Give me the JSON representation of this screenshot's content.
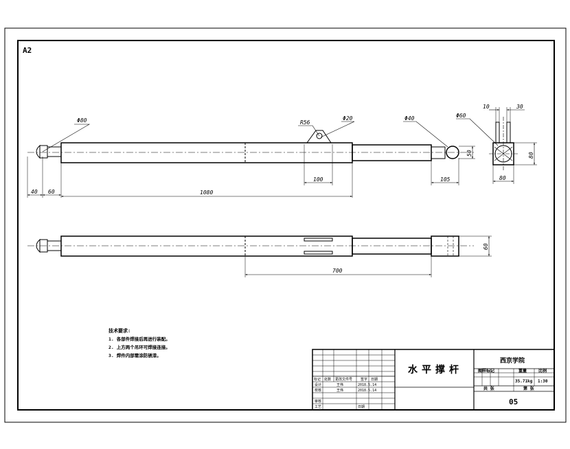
{
  "sheet": {
    "size_label": "A2"
  },
  "front_view": {
    "dims": {
      "phi80": "Φ80",
      "r56": "R56",
      "phi20": "Φ20",
      "phi40": "Φ40",
      "phi60": "Φ60",
      "d40": "40",
      "d60": "60",
      "d1080": "1080",
      "d100": "100",
      "d105": "105",
      "d50": "50"
    }
  },
  "side_view": {
    "dims": {
      "d10": "10",
      "d30": "30",
      "d80h": "80",
      "d80v": "80"
    }
  },
  "lower_view": {
    "dims": {
      "d60": "60",
      "d700": "700"
    }
  },
  "notes": {
    "title": "技术要求:",
    "items": [
      "1. 各部件焊接后再进行装配。",
      "2. 上方两个吊环可焊接连接。",
      "3. 焊件内部需涂防锈漆。"
    ]
  },
  "title_block": {
    "part_name": "水平撑杆",
    "school": "西京学院",
    "drawing_no": "05",
    "mass": "35.71kg",
    "scale": "1:30",
    "headers": [
      "图样标记",
      "重量",
      "比例"
    ],
    "sheet_total": "共 张",
    "sheet_no": "第 张",
    "rev_headers": [
      "标记",
      "处数",
      "更改文件号",
      "签字",
      "日期"
    ],
    "rows": [
      {
        "role": "设计",
        "name": "王伟",
        "date": "2018.5.14"
      },
      {
        "role": "校核",
        "name": "王伟",
        "date": "2018.5.14"
      },
      {
        "role": "审核",
        "name": "",
        "date": ""
      },
      {
        "role": "工艺",
        "name": "",
        "date": "日期"
      }
    ]
  }
}
